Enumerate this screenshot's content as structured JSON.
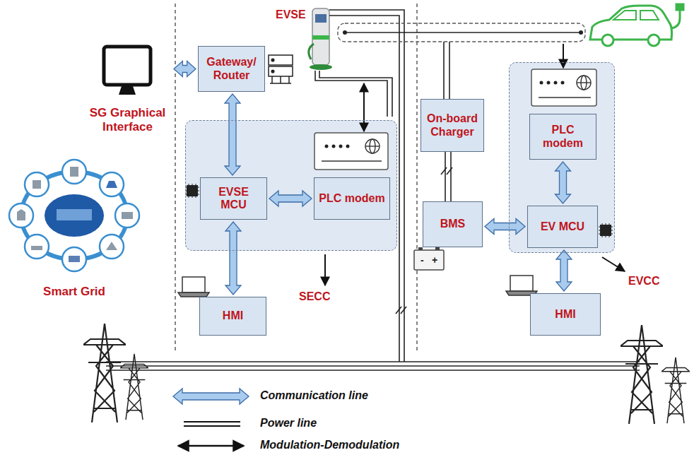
{
  "diagram": {
    "nodes": [
      {
        "text": [
          "SG Graphical Interface"
        ]
      },
      {
        "text": [
          "Smart Grid"
        ]
      },
      {
        "text": [
          "Gateway/ Router"
        ]
      },
      {
        "text": [
          "EVSE"
        ]
      },
      {
        "text": [
          "SECC"
        ]
      },
      {
        "text": [
          "EVSE MCU"
        ],
        "in": 4
      },
      {
        "text": [
          "PLC modem"
        ],
        "in": 4
      },
      {
        "text": [
          "HMI"
        ]
      },
      {
        "text": [
          "On-board Charger"
        ]
      },
      {
        "text": [
          "BMS"
        ]
      },
      {
        "text": [
          "EVCC"
        ]
      },
      {
        "text": [
          "PLC modem"
        ],
        "in": 10
      },
      {
        "text": [
          "EV MCU"
        ],
        "in": 10
      },
      {
        "text": [
          "HMI"
        ]
      }
    ],
    "edges": [
      {
        "from": 0,
        "to": 2,
        "arrow": "both"
      },
      {
        "from": 2,
        "to": 5,
        "arrow": "both"
      },
      {
        "from": 5,
        "to": 6,
        "arrow": "both"
      },
      {
        "from": 5,
        "to": 7,
        "arrow": "both"
      },
      {
        "from": 9,
        "to": 12,
        "arrow": "both"
      },
      {
        "from": 11,
        "to": 12,
        "arrow": "both"
      },
      {
        "from": 12,
        "to": 13,
        "arrow": "both"
      }
    ],
    "labels": [
      "-",
      "+"
    ],
    "legend": [
      {
        "text": "Communication line"
      },
      {
        "text": "Power line"
      },
      {
        "text": "Modulation-Demodulation"
      }
    ]
  }
}
